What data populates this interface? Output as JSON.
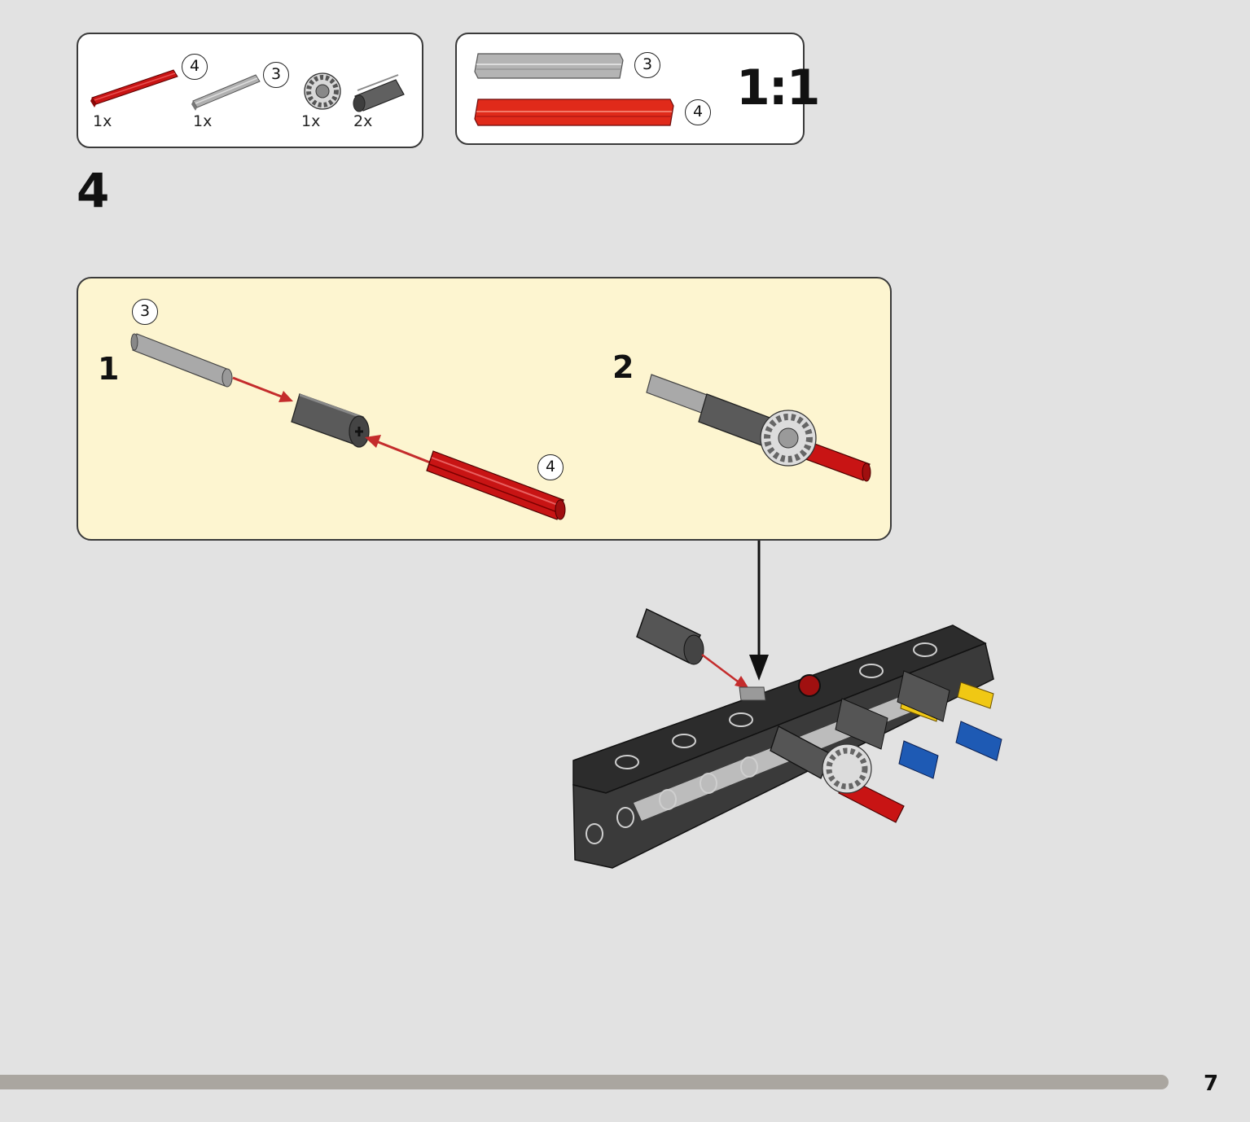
{
  "parts_list": {
    "items": [
      {
        "name": "red-axle",
        "length": "4",
        "count": "1x"
      },
      {
        "name": "gray-axle",
        "length": "3",
        "count": "1x"
      },
      {
        "name": "gear",
        "count": "1x"
      },
      {
        "name": "dark-gray-connector",
        "count": "2x"
      }
    ]
  },
  "scale_box": {
    "gray_axle_length": "3",
    "red_axle_length": "4",
    "scale": "1:1"
  },
  "step": {
    "number": "4"
  },
  "sub_assembly": {
    "step1_label": "1",
    "step2_label": "2",
    "gray_axle_length": "3",
    "red_axle_length": "4"
  },
  "page": {
    "number": "7"
  },
  "colors": {
    "red": "#c81414",
    "gray_axle": "#a9a9a9",
    "connector": "#555555",
    "sub_panel": "#fdf5d0",
    "progress": "#aaa6a0",
    "yellow": "#f0c814",
    "blue": "#1e5ab4"
  }
}
